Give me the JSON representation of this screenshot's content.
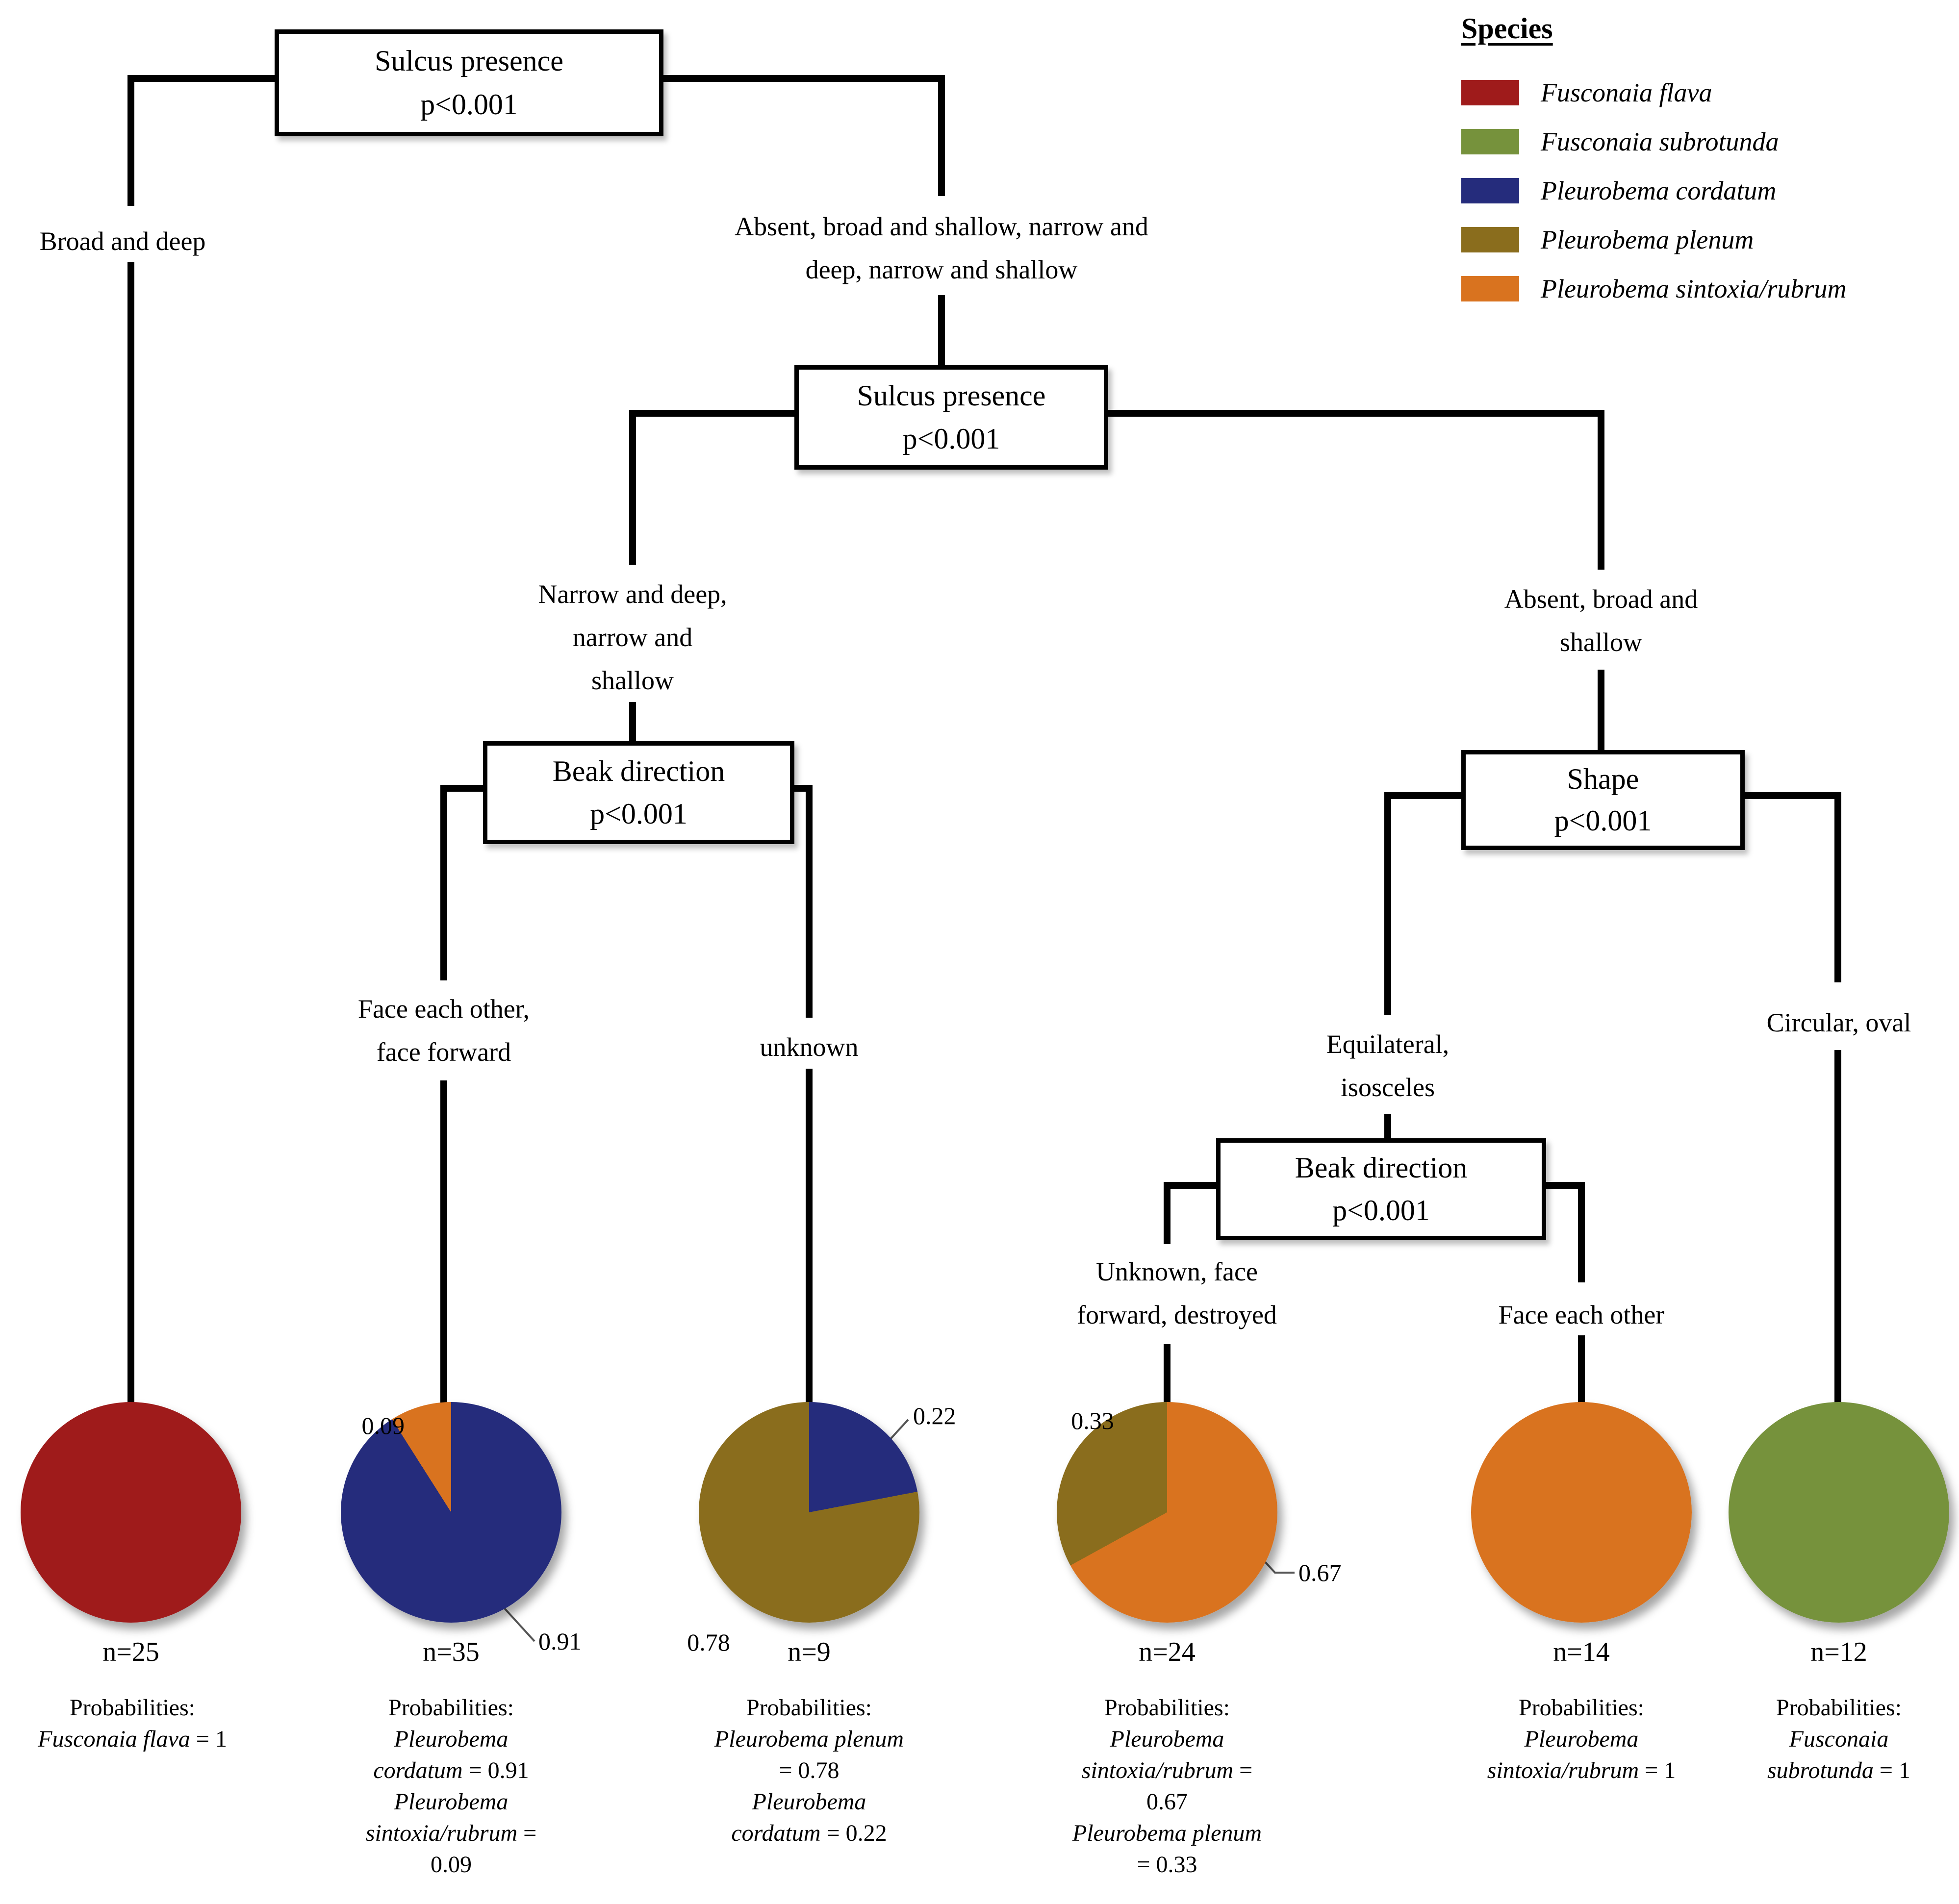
{
  "figure": {
    "type": "classification-tree",
    "description": "Decision tree classifying mussel species from shell characters, with pie charts of species probabilities at each terminal node"
  },
  "legend": {
    "title": "Species",
    "items": [
      {
        "name": "Fusconaia flava",
        "color": "#9f1b1b"
      },
      {
        "name": "Fusconaia subrotunda",
        "color": "#76923c"
      },
      {
        "name": "Pleurobema cordatum",
        "color": "#252c7c"
      },
      {
        "name": "Pleurobema plenum",
        "color": "#8a6d1d"
      },
      {
        "name": "Pleurobema sintoxia/rubrum",
        "color": "#d9731f"
      }
    ]
  },
  "nodes": {
    "root": {
      "title": "Sulcus presence",
      "pvalue": "p<0.001"
    },
    "sulcus2": {
      "title": "Sulcus presence",
      "pvalue": "p<0.001"
    },
    "beak1": {
      "title": "Beak direction",
      "pvalue": "p<0.001"
    },
    "shape": {
      "title": "Shape",
      "pvalue": "p<0.001"
    },
    "beak2": {
      "title": "Beak direction",
      "pvalue": "p<0.001"
    }
  },
  "branches": {
    "root_left": "Broad and deep",
    "root_right": "Absent, broad and shallow, narrow and\ndeep, narrow and shallow",
    "sulcus2_left": "Narrow and deep,\nnarrow and\nshallow",
    "sulcus2_right": "Absent, broad and\nshallow",
    "beak1_left": "Face each other,\nface forward",
    "beak1_right": "unknown",
    "shape_left": "Equilateral,\nisosceles",
    "shape_right": "Circular, oval",
    "beak2_left": "Unknown, face\nforward, destroyed",
    "beak2_right": "Face each other"
  },
  "leaves": [
    {
      "n_label": "n=25",
      "prob_title": "Probabilities:",
      "slices": [
        {
          "species": "Fusconaia flava",
          "value": 1,
          "color": "#9f1b1b"
        }
      ],
      "value_labels": [],
      "probabilities": [
        {
          "species": "Fusconaia flava",
          "value": "1"
        }
      ]
    },
    {
      "n_label": "n=35",
      "prob_title": "Probabilities:",
      "slices": [
        {
          "species": "Pleurobema cordatum",
          "value": 0.91,
          "color": "#252c7c"
        },
        {
          "species": "Pleurobema sintoxia/rubrum",
          "value": 0.09,
          "color": "#d9731f"
        }
      ],
      "value_labels": [
        "0.09",
        "0.91"
      ],
      "probabilities": [
        {
          "species": "Pleurobema cordatum",
          "value": "0.91"
        },
        {
          "species": "Pleurobema sintoxia/rubrum",
          "value": "0.09"
        }
      ]
    },
    {
      "n_label": "n=9",
      "prob_title": "Probabilities:",
      "slices": [
        {
          "species": "Pleurobema cordatum",
          "value": 0.22,
          "color": "#252c7c"
        },
        {
          "species": "Pleurobema plenum",
          "value": 0.78,
          "color": "#8a6d1d"
        }
      ],
      "value_labels": [
        "0.22",
        "0.78"
      ],
      "probabilities": [
        {
          "species": "Pleurobema plenum",
          "value": "0.78"
        },
        {
          "species": "Pleurobema cordatum",
          "value": "0.22"
        }
      ]
    },
    {
      "n_label": "n=24",
      "prob_title": "Probabilities:",
      "slices": [
        {
          "species": "Pleurobema sintoxia/rubrum",
          "value": 0.67,
          "color": "#d9731f"
        },
        {
          "species": "Pleurobema plenum",
          "value": 0.33,
          "color": "#8a6d1d"
        }
      ],
      "value_labels": [
        "0.33",
        "0.67"
      ],
      "probabilities": [
        {
          "species": "Pleurobema sintoxia/rubrum",
          "value": "0.67"
        },
        {
          "species": "Pleurobema plenum",
          "value": "0.33"
        }
      ]
    },
    {
      "n_label": "n=14",
      "prob_title": "Probabilities:",
      "slices": [
        {
          "species": "Pleurobema sintoxia/rubrum",
          "value": 1,
          "color": "#d9731f"
        }
      ],
      "value_labels": [],
      "probabilities": [
        {
          "species": "Pleurobema sintoxia/rubrum",
          "value": "1"
        }
      ]
    },
    {
      "n_label": "n=12",
      "prob_title": "Probabilities:",
      "slices": [
        {
          "species": "Fusconaia subrotunda",
          "value": 1,
          "color": "#76923c"
        }
      ],
      "value_labels": [],
      "probabilities": [
        {
          "species": "Fusconaia subrotunda",
          "value": "1"
        }
      ]
    }
  ],
  "chart_data": [
    {
      "type": "pie",
      "title": "n=25",
      "labels": [
        "Fusconaia flava"
      ],
      "values": [
        1
      ]
    },
    {
      "type": "pie",
      "title": "n=35",
      "labels": [
        "Pleurobema cordatum",
        "Pleurobema sintoxia/rubrum"
      ],
      "values": [
        0.91,
        0.09
      ]
    },
    {
      "type": "pie",
      "title": "n=9",
      "labels": [
        "Pleurobema plenum",
        "Pleurobema cordatum"
      ],
      "values": [
        0.78,
        0.22
      ]
    },
    {
      "type": "pie",
      "title": "n=24",
      "labels": [
        "Pleurobema sintoxia/rubrum",
        "Pleurobema plenum"
      ],
      "values": [
        0.67,
        0.33
      ]
    },
    {
      "type": "pie",
      "title": "n=14",
      "labels": [
        "Pleurobema sintoxia/rubrum"
      ],
      "values": [
        1
      ]
    },
    {
      "type": "pie",
      "title": "n=12",
      "labels": [
        "Fusconaia subrotunda"
      ],
      "values": [
        1
      ]
    }
  ]
}
